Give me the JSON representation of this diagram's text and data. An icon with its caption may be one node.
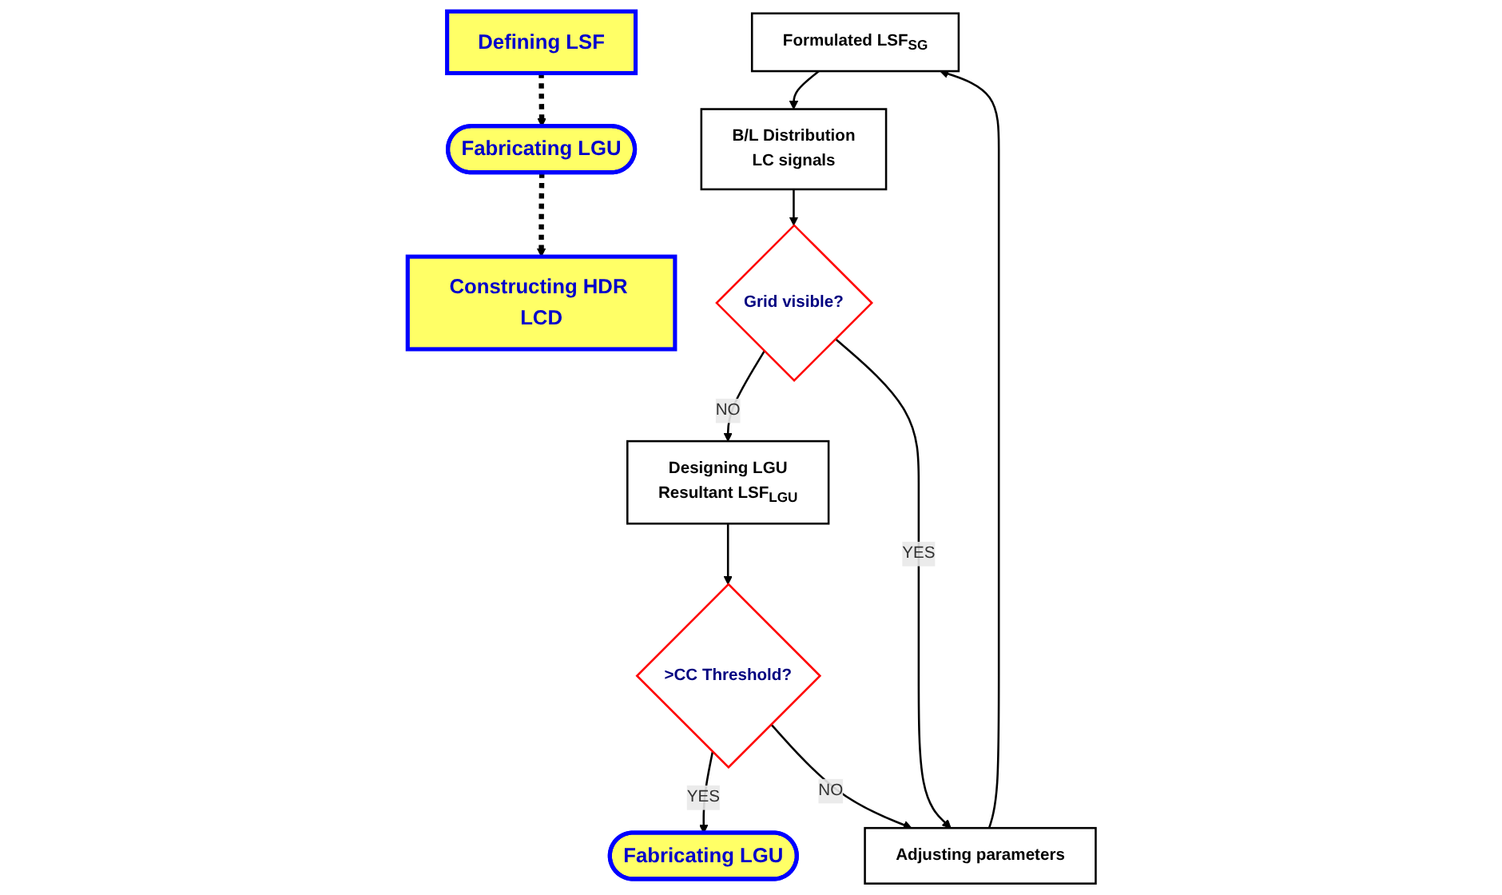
{
  "diagram": {
    "nodes": [
      {
        "text": [
          "Defining LSF"
        ]
      },
      {
        "text": [
          "Fabricating LGU"
        ]
      },
      {
        "text": [
          "Constructing HDR LCD"
        ]
      },
      {
        "text": [
          "Formulated LSF$_{SG}$"
        ]
      },
      {
        "text": [
          "B/L Distribution",
          "LC signals"
        ]
      },
      {
        "text": [
          "Grid visible?"
        ]
      },
      {
        "text": [
          "Designing LGU",
          "Resultant LSF$_{LGU}$"
        ]
      },
      {
        "text": [
          ">CC Threshold?"
        ]
      },
      {
        "text": [
          "Fabricating LGU"
        ]
      },
      {
        "text": [
          "Adjusting parameters"
        ]
      }
    ],
    "edges": [
      {
        "from": 0,
        "to": 1,
        "arrow": "to",
        "style": "dashed"
      },
      {
        "from": 1,
        "to": 2,
        "arrow": "to",
        "style": "dashed"
      },
      {
        "from": 3,
        "to": 4,
        "arrow": "to"
      },
      {
        "from": 4,
        "to": 5,
        "arrow": "to"
      },
      {
        "from": 5,
        "to": 6,
        "arrow": "to",
        "label": "NO"
      },
      {
        "from": 6,
        "to": 7,
        "arrow": "to"
      },
      {
        "from": 7,
        "to": 8,
        "arrow": "to",
        "label": "YES"
      },
      {
        "from": 5,
        "to": 9,
        "arrow": "to",
        "label": "YES"
      },
      {
        "from": 7,
        "to": 9,
        "arrow": "to",
        "label": "NO"
      },
      {
        "from": 9,
        "to": 3,
        "arrow": "to"
      }
    ]
  }
}
